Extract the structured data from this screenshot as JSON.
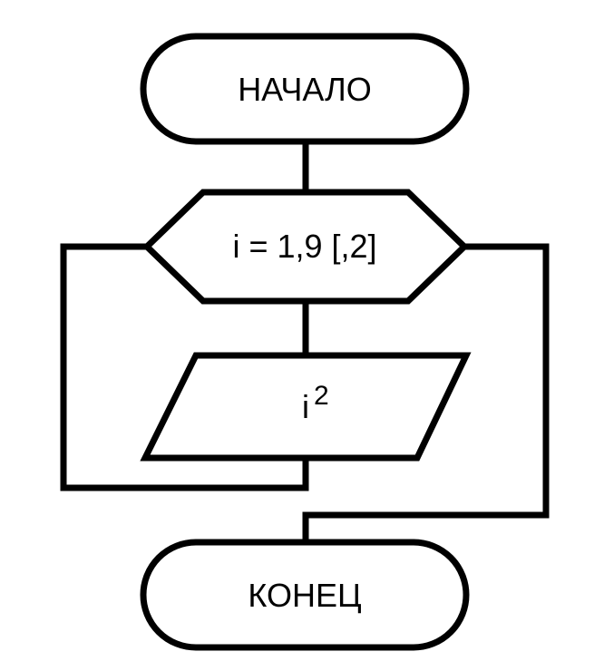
{
  "flowchart": {
    "start": {
      "label": "НАЧАЛО"
    },
    "loop": {
      "label": "i = 1,9 [,2]"
    },
    "output": {
      "base": "i",
      "exponent": "2"
    },
    "end": {
      "label": "КОНЕЦ"
    }
  }
}
